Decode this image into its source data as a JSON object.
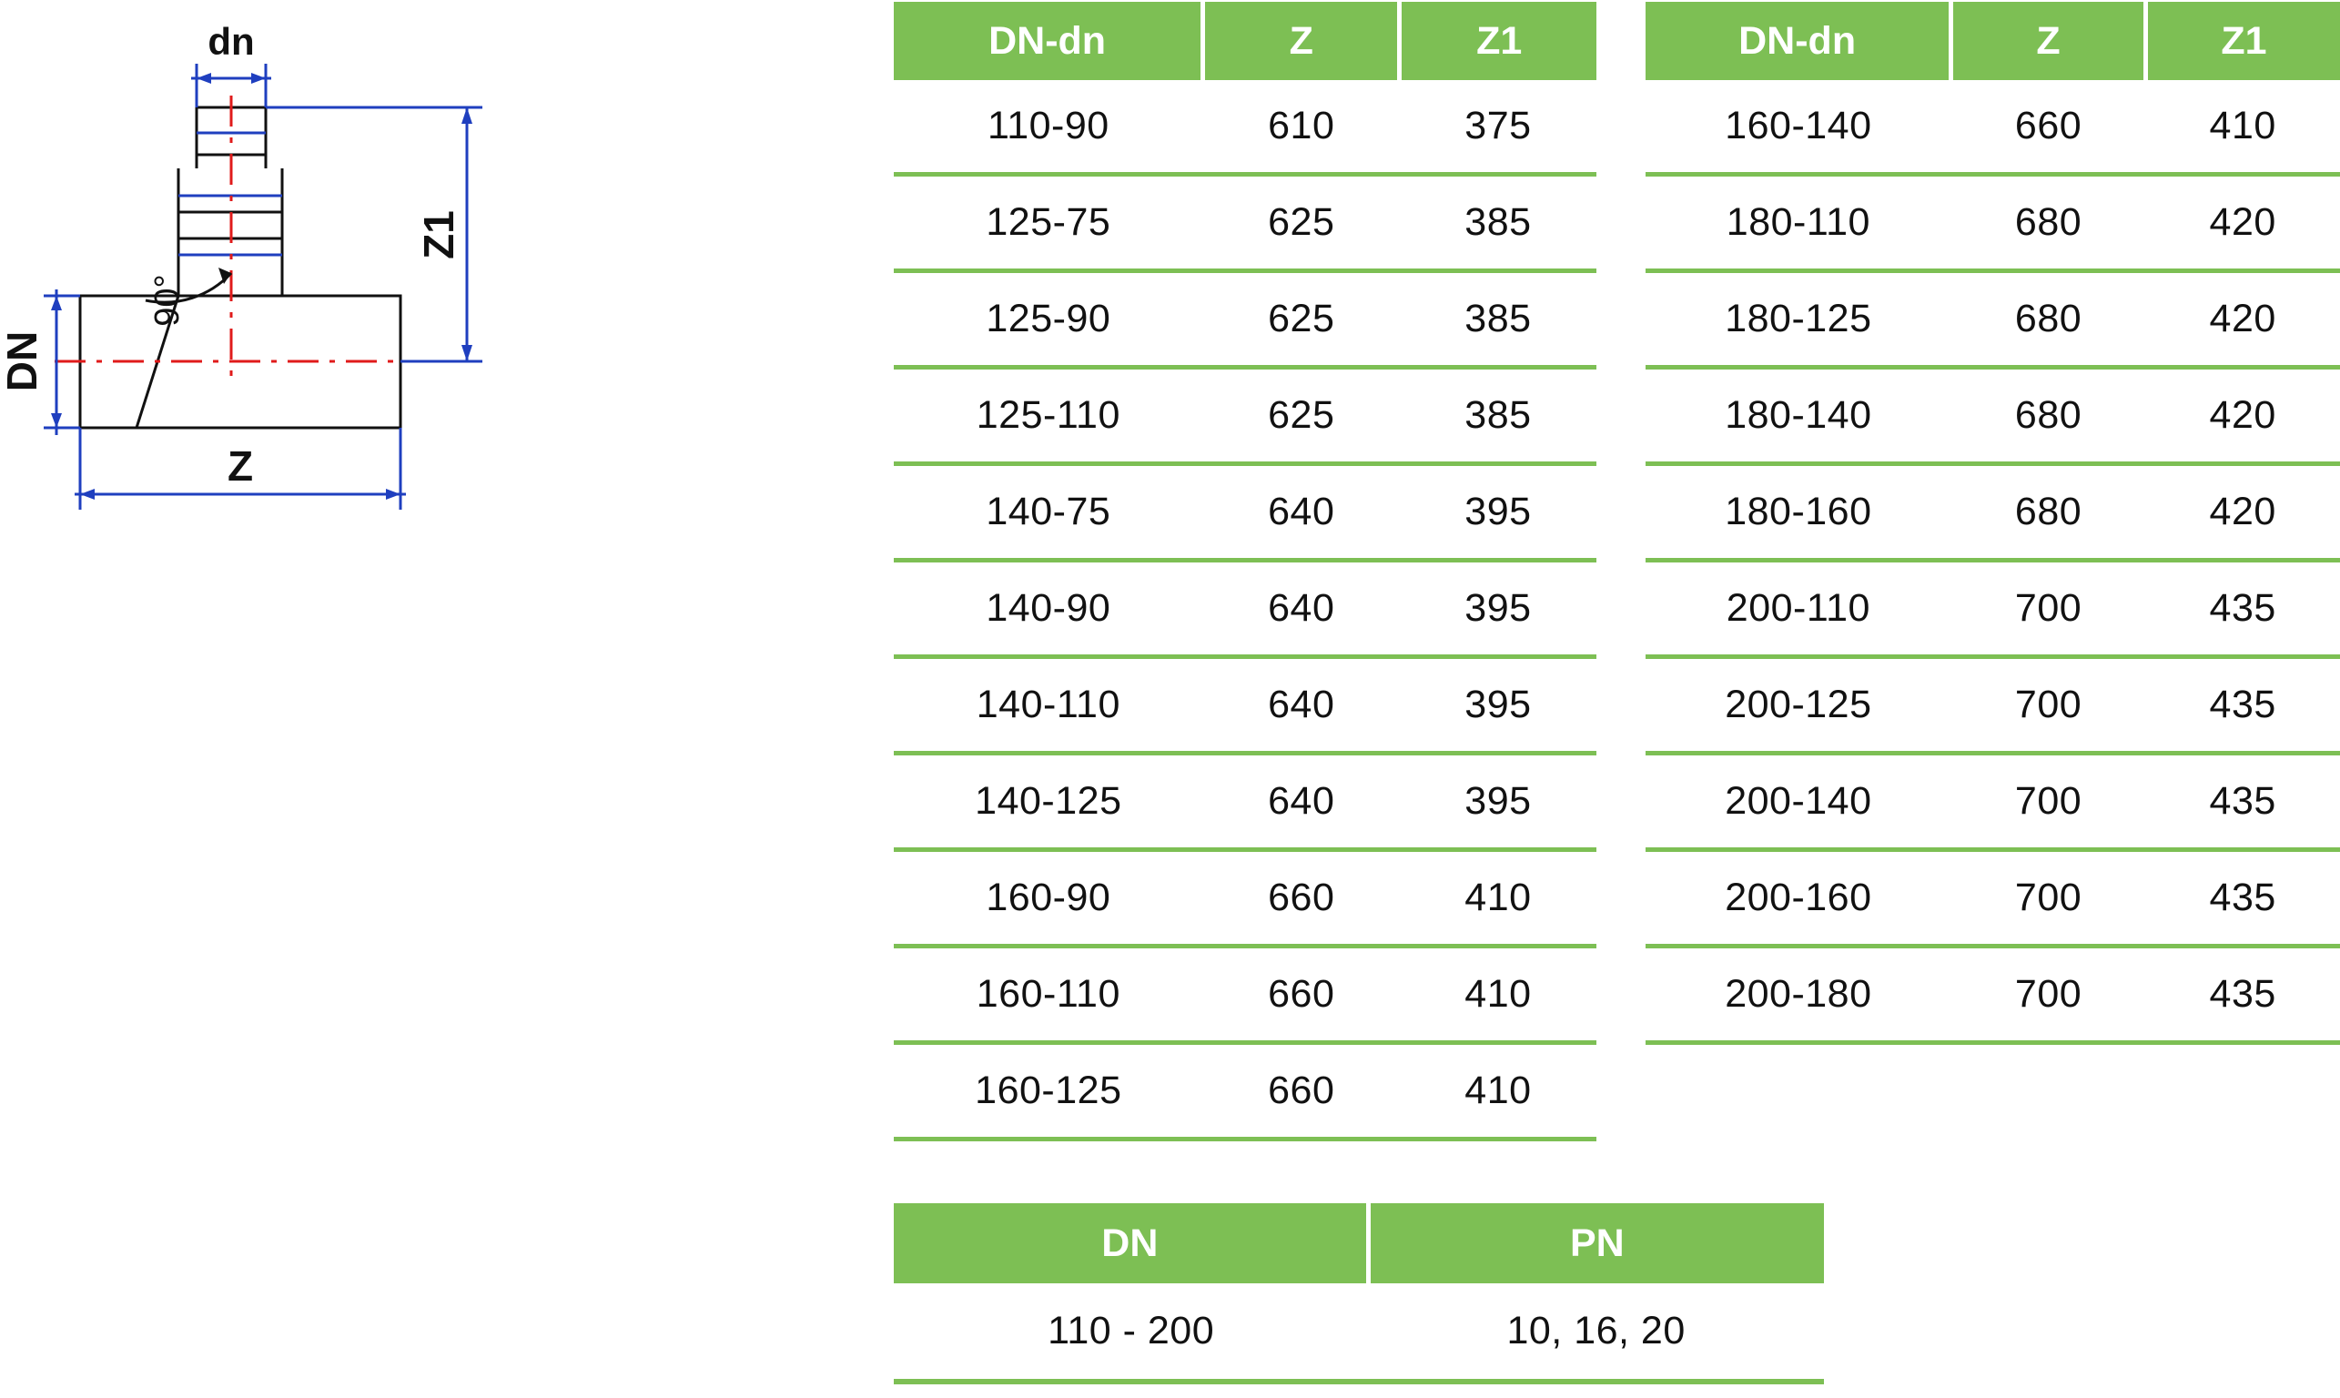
{
  "drawing": {
    "title": "equal-reducing-tee-dimension-drawing",
    "labels": {
      "dn_branch": "dn",
      "z1": "Z1",
      "dn_main": "DN",
      "z": "Z",
      "angle": "90°"
    }
  },
  "tables": {
    "left": {
      "name": "dimensions-table-left",
      "headers": [
        "DN-dn",
        "Z",
        "Z1"
      ],
      "rows": [
        [
          "110-90",
          "610",
          "375"
        ],
        [
          "125-75",
          "625",
          "385"
        ],
        [
          "125-90",
          "625",
          "385"
        ],
        [
          "125-110",
          "625",
          "385"
        ],
        [
          "140-75",
          "640",
          "395"
        ],
        [
          "140-90",
          "640",
          "395"
        ],
        [
          "140-110",
          "640",
          "395"
        ],
        [
          "140-125",
          "640",
          "395"
        ],
        [
          "160-90",
          "660",
          "410"
        ],
        [
          "160-110",
          "660",
          "410"
        ],
        [
          "160-125",
          "660",
          "410"
        ]
      ]
    },
    "right": {
      "name": "dimensions-table-right",
      "headers": [
        "DN-dn",
        "Z",
        "Z1"
      ],
      "rows": [
        [
          "160-140",
          "660",
          "410"
        ],
        [
          "180-110",
          "680",
          "420"
        ],
        [
          "180-125",
          "680",
          "420"
        ],
        [
          "180-140",
          "680",
          "420"
        ],
        [
          "180-160",
          "680",
          "420"
        ],
        [
          "200-110",
          "700",
          "435"
        ],
        [
          "200-125",
          "700",
          "435"
        ],
        [
          "200-140",
          "700",
          "435"
        ],
        [
          "200-160",
          "700",
          "435"
        ],
        [
          "200-180",
          "700",
          "435"
        ]
      ]
    },
    "dnpn": {
      "name": "dn-pn-table",
      "headers": [
        "DN",
        "PN"
      ],
      "rows": [
        [
          "110 - 200",
          "10, 16, 20"
        ]
      ]
    }
  },
  "colors": {
    "accent_green": "#7dbf54",
    "dimension_blue": "#1f3fbf",
    "centerline_red": "#e01b1b",
    "outline_black": "#111111"
  }
}
